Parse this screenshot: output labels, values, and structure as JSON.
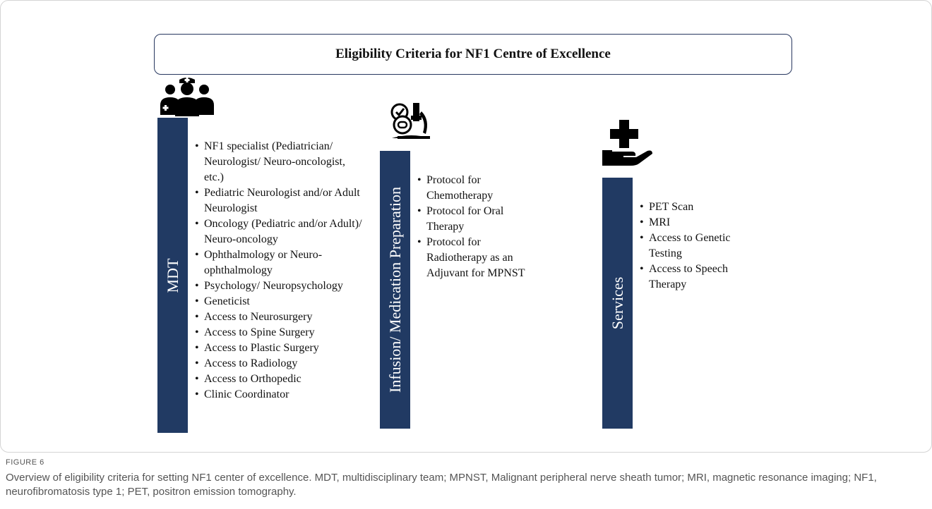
{
  "title": "Eligibility Criteria for NF1 Centre of Excellence",
  "columns": [
    {
      "label": "MDT",
      "icon": "medical-team-icon",
      "items": [
        "NF1 specialist (Pediatrician/ Neurologist/ Neuro-oncologist, etc.)",
        "Pediatric Neurologist and/or Adult Neurologist",
        "Oncology (Pediatric and/or Adult)/ Neuro-oncology",
        "Ophthalmology or Neuro-ophthalmology",
        "Psychology/ Neuropsychology",
        "Geneticist",
        "Access to Neurosurgery",
        "Access to Spine Surgery",
        "Access to Plastic Surgery",
        "Access to Radiology",
        "Access to Orthopedic",
        "Clinic Coordinator"
      ]
    },
    {
      "label": "Infusion/ Medication Preparation",
      "icon": "medication-microscope-icon",
      "items": [
        "Protocol for Chemotherapy",
        "Protocol for Oral Therapy",
        "Protocol for Radiotherapy as an Adjuvant for MPNST"
      ]
    },
    {
      "label": "Services",
      "icon": "hand-medical-cross-icon",
      "items": [
        "PET Scan",
        "MRI",
        "Access to Genetic Testing",
        "Access to Speech Therapy"
      ]
    }
  ],
  "caption": {
    "label": "FIGURE 6",
    "text": "Overview of eligibility criteria for setting NF1 center of excellence. MDT, multidisciplinary team; MPNST, Malignant peripheral nerve sheath tumor; MRI, magnetic resonance imaging; NF1, neurofibromatosis type 1; PET, positron emission tomography."
  },
  "colors": {
    "bar": "#213a63",
    "border": "#27375f",
    "caption_text": "#555555"
  }
}
